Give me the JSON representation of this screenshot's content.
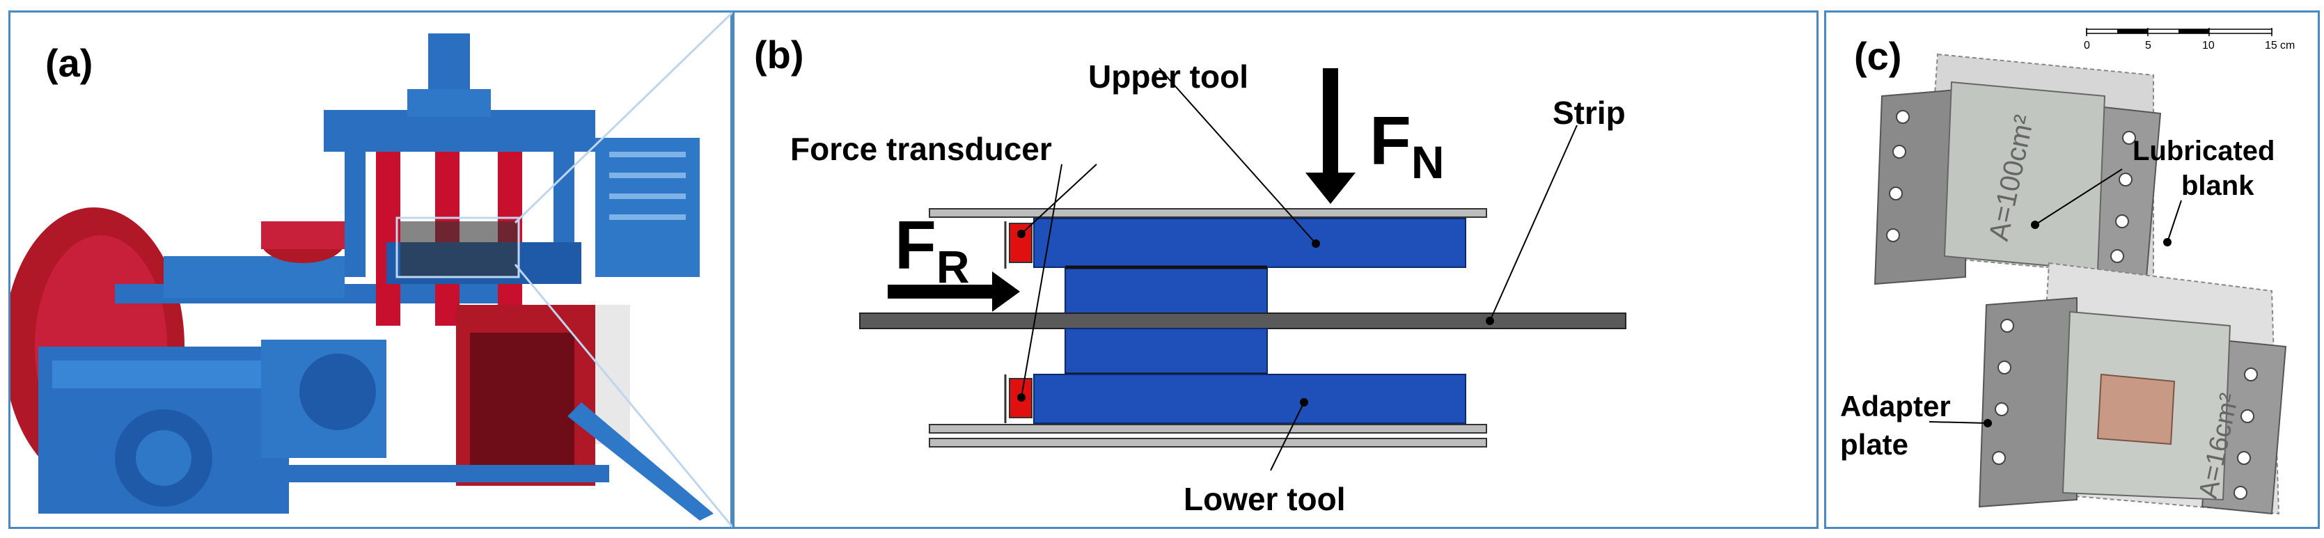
{
  "panel_a": {
    "label": "(a)"
  },
  "panel_b": {
    "label": "(b)",
    "upper_tool": "Upper tool",
    "lower_tool": "Lower tool",
    "force_transducer": "Force transducer",
    "strip": "Strip",
    "fn_main": "F",
    "fn_sub": "N",
    "fr_main": "F",
    "fr_sub": "R"
  },
  "panel_c": {
    "label": "(c)",
    "scale_ticks": [
      "0",
      "5",
      "10",
      "15"
    ],
    "scale_unit": "cm",
    "lubricated_line1": "Lubricated",
    "lubricated_line2": "blank",
    "adapter_line1": "Adapter",
    "adapter_line2": "plate",
    "area_large": "A=100cm²",
    "area_small": "A=16cm²"
  },
  "colors": {
    "panel_border": "#4a8ac4",
    "tool_blue": "#1f4fb8",
    "transducer_red": "#e01010",
    "strip_gray": "#5a5a5a",
    "machine_blue": "#2a6fc0",
    "machine_red": "#c8102e"
  }
}
